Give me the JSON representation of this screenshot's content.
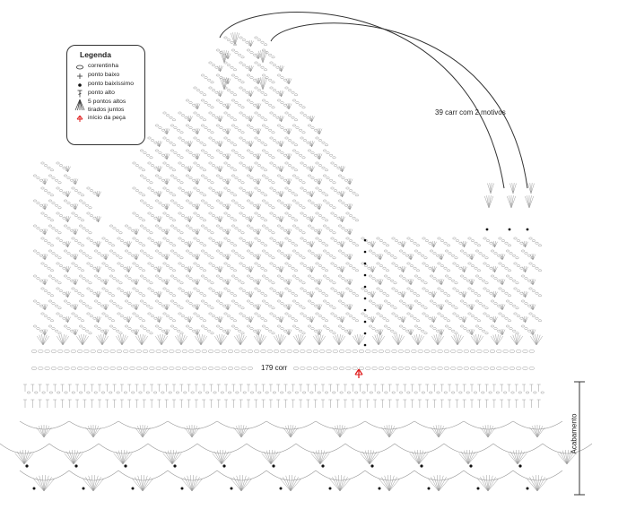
{
  "legend": {
    "title": "Legenda",
    "items": [
      {
        "icon": "chain-oval-icon",
        "label": "correntinha"
      },
      {
        "icon": "single-crochet-cross-icon",
        "label": "ponto baixo"
      },
      {
        "icon": "slip-stitch-dot-icon",
        "label": "ponto baixíssimo"
      },
      {
        "icon": "double-crochet-t-icon",
        "label": "ponto alto"
      },
      {
        "icon": "cluster-5dc-icon",
        "label": "5 pontos altos\ntirados juntos"
      },
      {
        "icon": "start-arrow-icon",
        "label": "início da peça"
      }
    ]
  },
  "labels": {
    "strap_note": "39 carr com 2 motivos",
    "foundation": "179 corr",
    "finishing": "Acabamento"
  },
  "colors": {
    "ink": "#333333",
    "faint_ink": "#9a9a9a",
    "start_marker": "#e02020",
    "background": "#ffffff"
  }
}
